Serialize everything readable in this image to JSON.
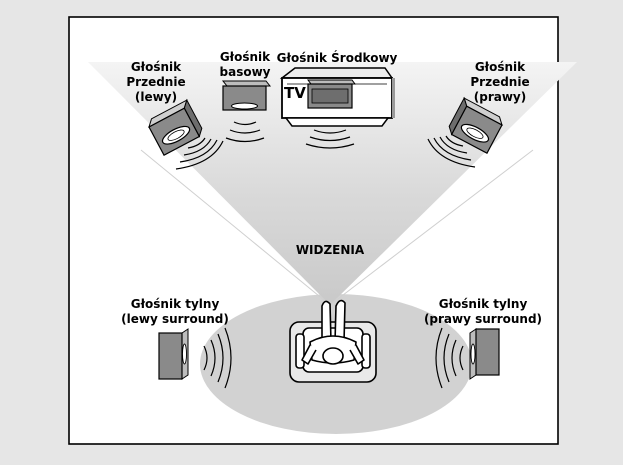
{
  "labels": {
    "front_left": [
      "Głośnik",
      "Przednie",
      "(lewy)"
    ],
    "subwoofer": [
      "Głośnik",
      "basowy"
    ],
    "center": [
      "Głośnik Środkowy"
    ],
    "front_right": [
      "Głośnik",
      "Przednie",
      "(prawy)"
    ],
    "viewing_area": "WIDZENIA",
    "rear_left": [
      "Głośnik tylny",
      "(lewy surround)"
    ],
    "rear_right": [
      "Głośnik tylny",
      "(prawy surround)"
    ],
    "tv": "TV"
  },
  "colors": {
    "background": "#e6e6e6",
    "panel": "#ffffff",
    "frame": "#000000",
    "listening_zone": "#d4d4d4",
    "speaker_top": "#bdbdbd",
    "speaker_front": "#8a8a8a"
  }
}
